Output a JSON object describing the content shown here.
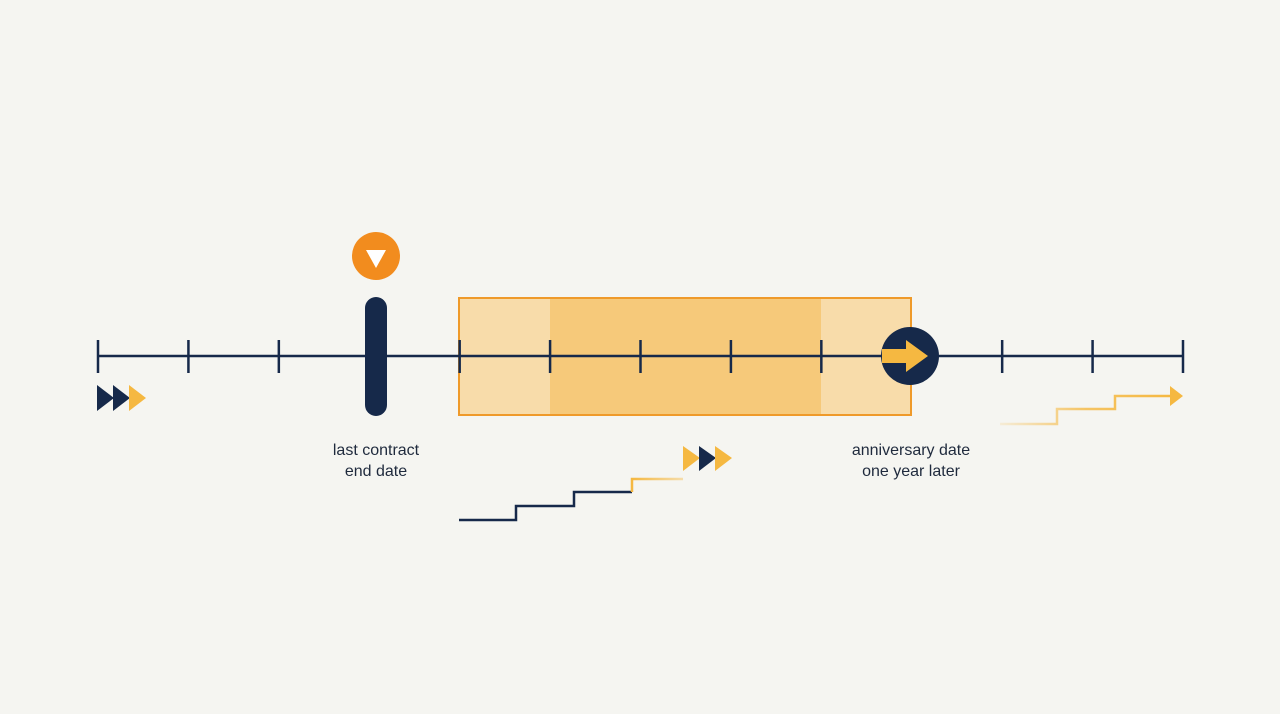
{
  "colors": {
    "background": "#f5f5f1",
    "navy": "#16294a",
    "orange": "#f28c1e",
    "amber": "#f5b841",
    "window_fill_light": "#f8dcaa",
    "window_fill_strong": "#f6c97a",
    "window_border": "#ef9a2a"
  },
  "timeline": {
    "tick_count": 13
  },
  "markers": {
    "end_date_pin": {
      "icon": "orange-circle-with-down-triangle",
      "label_line1": "last contract",
      "label_line2": "end date"
    },
    "anniversary": {
      "icon": "navy-circle-with-right-arrow",
      "label_line1": "anniversary date",
      "label_line2": "one year later"
    }
  },
  "window": {
    "description_icon": "highlighted-one-year-window"
  },
  "decorations": {
    "left_chevrons": [
      "navy",
      "navy",
      "amber"
    ],
    "middle_chevrons": [
      "amber",
      "navy",
      "amber"
    ]
  }
}
